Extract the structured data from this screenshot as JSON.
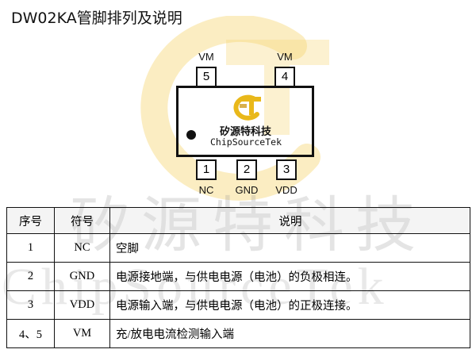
{
  "title": "DW02KA管脚排列及说明",
  "watermark": {
    "cn": "矽源特科技",
    "en": "ChipSourceTek",
    "logo_color": "#f3c94a"
  },
  "chip": {
    "brand_cn": "矽源特科技",
    "brand_en": "ChipSourceTek",
    "logo_color": "#e9b81a"
  },
  "top_pins": [
    {
      "number": "5",
      "label": "VM"
    },
    {
      "number": "4",
      "label": "VM"
    }
  ],
  "bottom_pins": [
    {
      "number": "1",
      "label": "NC"
    },
    {
      "number": "2",
      "label": "GND"
    },
    {
      "number": "3",
      "label": "VDD"
    }
  ],
  "table": {
    "headers": {
      "no": "序号",
      "symbol": "符号",
      "description": "说明"
    },
    "rows": [
      {
        "no": "1",
        "symbol": "NC",
        "description": "空脚"
      },
      {
        "no": "2",
        "symbol": "GND",
        "description": "电源接地端，与供电电源（电池）的负极相连。"
      },
      {
        "no": "3",
        "symbol": "VDD",
        "description": "电源输入端，与供电电源（电池）的正极连接。"
      },
      {
        "no": "4、5",
        "symbol": "VM",
        "description": "充/放电电流检测输入端"
      }
    ]
  }
}
